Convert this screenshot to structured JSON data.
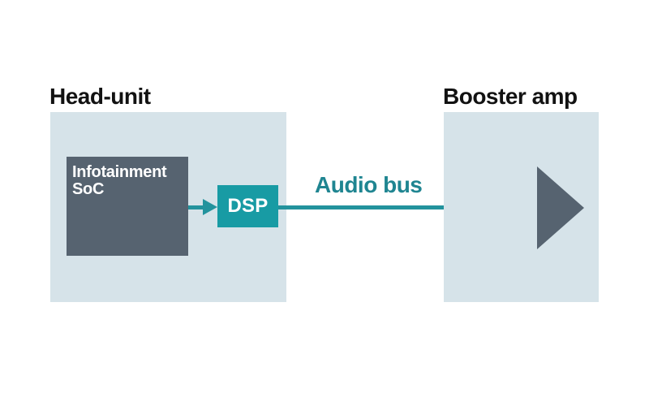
{
  "diagram": {
    "head_unit": {
      "title": "Head-unit",
      "soc_label": "Infotainment\nSoC",
      "dsp_label": "DSP"
    },
    "booster": {
      "title": "Booster amp",
      "symbol": "amplifier-triangle-icon"
    },
    "bus": {
      "label": "Audio bus"
    },
    "colors": {
      "zone_fill": "#d6e3e9",
      "block_fill": "#566370",
      "dsp_fill": "#189ba4",
      "arrow": "#23939d",
      "bus_label_color": "#1f8591",
      "heading_color": "#121212",
      "block_text": "#ffffff",
      "page_bg": "#ffffff"
    }
  }
}
